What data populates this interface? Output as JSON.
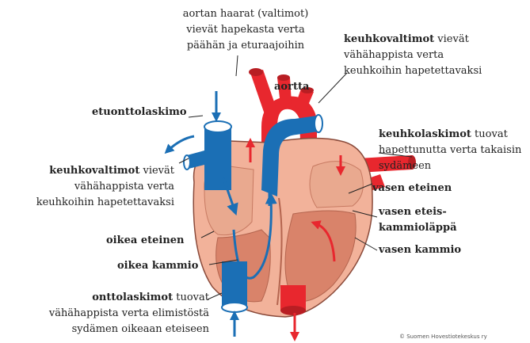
{
  "labels": {
    "aortic_branches": {
      "lines": [
        "aortan haarat (valtimot)",
        "vievät hapekasta verta",
        "päähän ja eturaajoihin"
      ]
    },
    "pulm_artery_right": {
      "term": "keuhkovaltimot",
      "rest1": " vievät",
      "lines": [
        "vähähappista verta",
        "keuhkoihin  hapetettavaksi"
      ]
    },
    "aorta": {
      "term": "aortta"
    },
    "superior_vena_cava": {
      "term": "etuonttolaskimo"
    },
    "pulm_veins": {
      "term": "keuhkolaskimot",
      "rest1": " tuovat",
      "lines": [
        "hapettunutta verta takaisin",
        "sydämeen"
      ]
    },
    "pulm_artery_left": {
      "term": "keuhkovaltimot",
      "rest1": " vievät",
      "lines": [
        "vähähappista verta",
        "keuhkoihin  hapetettavaksi"
      ]
    },
    "left_atrium": {
      "term": "vasen eteinen"
    },
    "mitral_valve": {
      "line1": "vasen eteis-",
      "line2": "kammioläppä"
    },
    "right_atrium": {
      "term": "oikea eteinen"
    },
    "left_ventricle": {
      "term": "vasen kammio"
    },
    "right_ventricle": {
      "term": "oikea kammio"
    },
    "inferior_vena_cava": {
      "term": "onttolaskimot",
      "rest1": "  tuovat",
      "lines": [
        "vähähappista verta elimistöstä",
        "sydämen oikeaan eteiseen"
      ]
    }
  },
  "copyright": "© Suomen Hovestiotekeskus ry",
  "colors": {
    "oxygenated": "#e8272e",
    "deoxygenated": "#1b6fb5",
    "heart_outer": "#f2b29a",
    "heart_inner": "#d9836a",
    "chamber": "#e9a98f",
    "outline": "#8a4a3a"
  }
}
